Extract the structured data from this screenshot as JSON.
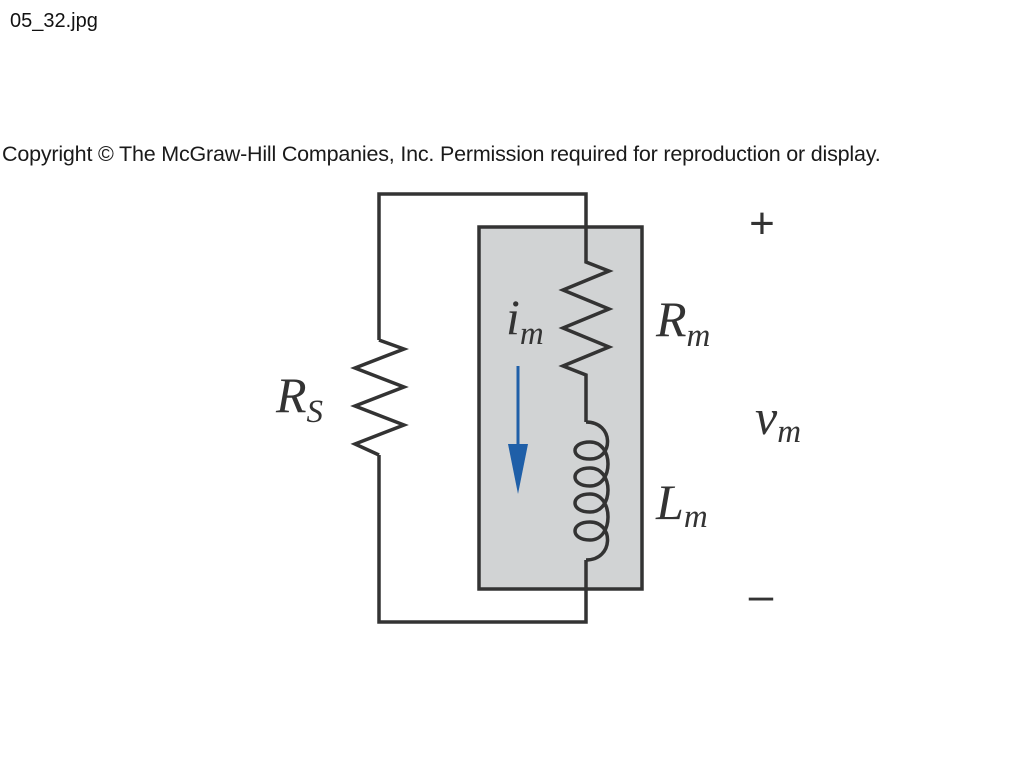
{
  "header": {
    "filename": "05_32.jpg",
    "copyright": "Copyright © The McGraw-Hill Companies, Inc. Permission required for reproduction or display."
  },
  "diagram": {
    "labels": {
      "rs_main": "R",
      "rs_sub": "S",
      "im_main": "i",
      "im_sub": "m",
      "rm_main": "R",
      "rm_sub": "m",
      "vm_main": "v",
      "vm_sub": "m",
      "lm_main": "L",
      "lm_sub": "m",
      "plus": "+",
      "minus": "–"
    },
    "colors": {
      "wire": "#333333",
      "box_fill": "#d1d3d4",
      "arrow": "#1f5fa8"
    }
  }
}
